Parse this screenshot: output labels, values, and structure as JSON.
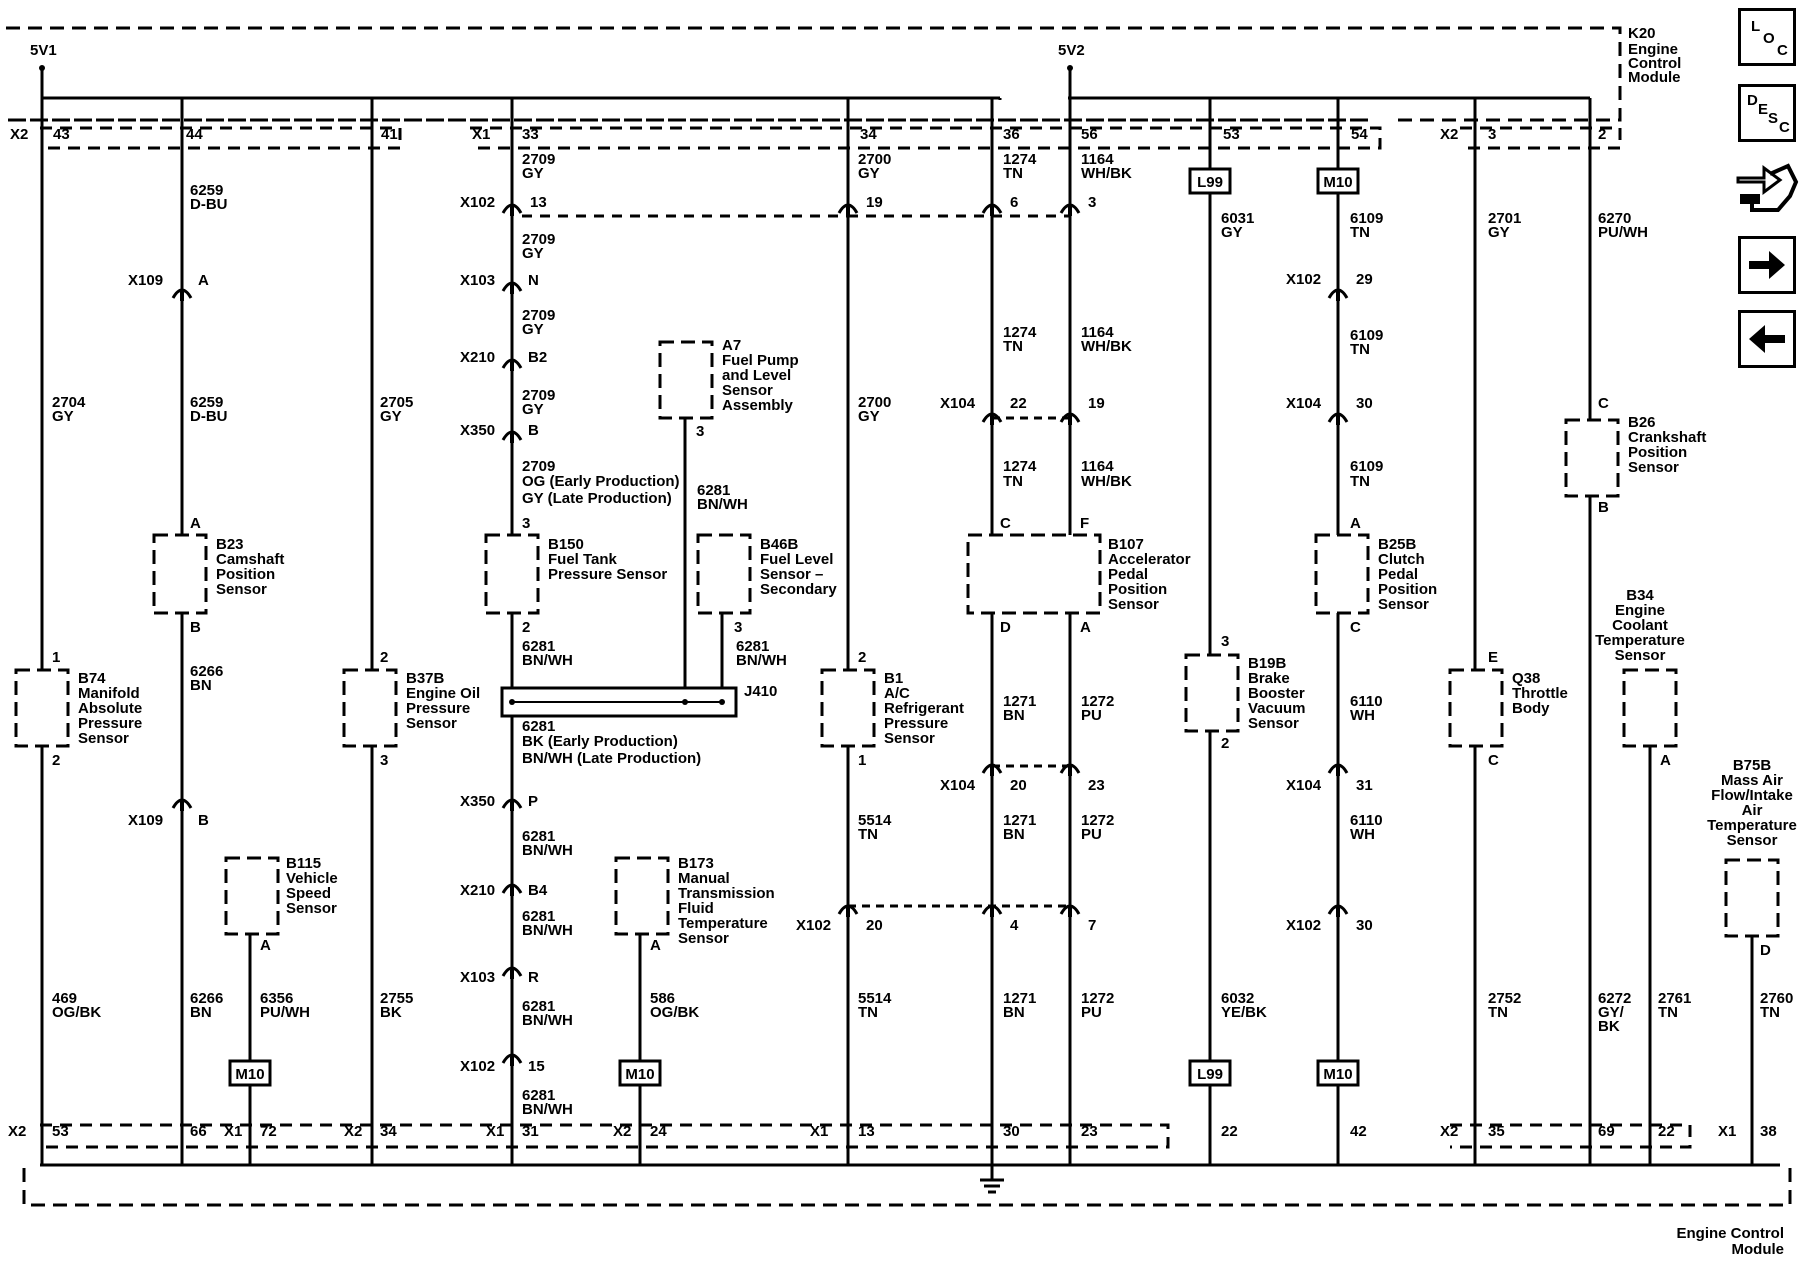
{
  "ecm": {
    "ref": "K20",
    "name": "Engine Control Module",
    "footer": "Engine Control Module"
  },
  "supplies": [
    "5V1",
    "5V2"
  ],
  "connectors": {
    "x1": "X1",
    "x2": "X2"
  },
  "top_pins": [
    "43",
    "44",
    "41",
    "33",
    "34",
    "36",
    "56",
    "53",
    "54",
    "3",
    "2"
  ],
  "bottom_pins": [
    "53",
    "66",
    "72",
    "34",
    "31",
    "24",
    "13",
    "30",
    "23",
    "22",
    "42",
    "35",
    "69",
    "22",
    "38"
  ],
  "wire_labels": [
    "6259",
    "D-BU",
    "2704",
    "GY",
    "6259",
    "D-BU",
    "2705",
    "GY",
    "2709",
    "GY",
    "2709",
    "GY",
    "2709",
    "GY",
    "2709",
    "GY",
    "2709",
    "OG (Early Production)",
    "GY (Late Production)",
    "2700",
    "GY",
    "2700",
    "GY",
    "1274",
    "TN",
    "1274",
    "TN",
    "1274",
    "TN",
    "1164",
    "WH/BK",
    "1164",
    "WH/BK",
    "1164",
    "WH/BK",
    "6031",
    "GY",
    "6109",
    "TN",
    "6109",
    "TN",
    "6109",
    "TN",
    "2701",
    "GY",
    "6270",
    "PU/WH",
    "6281",
    "BN/WH",
    "6266",
    "BN",
    "6281",
    "BN/WH",
    "6281",
    "BN/WH",
    "6281",
    "BK (Early Production)",
    "BN/WH (Late Production)",
    "6281",
    "BN/WH",
    "6281",
    "BN/WH",
    "6281",
    "BN/WH",
    "6281",
    "BN/WH",
    "1271",
    "BN",
    "1272",
    "PU",
    "6110",
    "WH",
    "1271",
    "BN",
    "1272",
    "PU",
    "6110",
    "WH",
    "5514",
    "TN",
    "5514",
    "TN",
    "1271",
    "BN",
    "1272",
    "PU",
    "469",
    "OG/BK",
    "6266",
    "BN",
    "6356",
    "PU/WH",
    "2755",
    "BK",
    "586",
    "OG/BK",
    "6032",
    "YE/BK",
    "2752",
    "TN",
    "6272",
    "GY/",
    "BK",
    "2761",
    "TN",
    "2760",
    "TN"
  ],
  "inline_connectors": [
    "X102",
    "13",
    "19",
    "6",
    "3",
    "X109",
    "A",
    "X103",
    "N",
    "X210",
    "B2",
    "X350",
    "B",
    "X102",
    "29",
    "X104",
    "22",
    "19",
    "X104",
    "30",
    "J410",
    "X109",
    "B",
    "X350",
    "P",
    "X210",
    "B4",
    "X103",
    "R",
    "X102",
    "15",
    "X104",
    "20",
    "23",
    "X104",
    "31",
    "X102",
    "20",
    "4",
    "7",
    "X102",
    "30"
  ],
  "components": [
    {
      "ref": "A7",
      "lines": [
        "Fuel Pump",
        "and Level",
        "Sensor",
        "Assembly"
      ]
    },
    {
      "ref": "B23",
      "lines": [
        "Camshaft",
        "Position",
        "Sensor"
      ]
    },
    {
      "ref": "B150",
      "lines": [
        "Fuel Tank",
        "Pressure Sensor"
      ]
    },
    {
      "ref": "B46B",
      "lines": [
        "Fuel Level",
        "Sensor –",
        "Secondary"
      ]
    },
    {
      "ref": "B107",
      "lines": [
        "Accelerator",
        "Pedal",
        "Position",
        "Sensor"
      ]
    },
    {
      "ref": "B25B",
      "lines": [
        "Clutch",
        "Pedal",
        "Position",
        "Sensor"
      ]
    },
    {
      "ref": "B26",
      "lines": [
        "Crankshaft",
        "Position",
        "Sensor"
      ]
    },
    {
      "ref": "B74",
      "lines": [
        "Manifold",
        "Absolute",
        "Pressure",
        "Sensor"
      ]
    },
    {
      "ref": "B37B",
      "lines": [
        "Engine Oil",
        "Pressure",
        "Sensor"
      ]
    },
    {
      "ref": "B1",
      "lines": [
        "A/C",
        "Refrigerant",
        "Pressure",
        "Sensor"
      ]
    },
    {
      "ref": "B19B",
      "lines": [
        "Brake",
        "Booster",
        "Vacuum",
        "Sensor"
      ]
    },
    {
      "ref": "Q38",
      "lines": [
        "Throttle",
        "Body"
      ]
    },
    {
      "ref": "B34",
      "lines": [
        "Engine",
        "Coolant",
        "Temperature",
        "Sensor"
      ]
    },
    {
      "ref": "B75B",
      "lines": [
        "Mass Air",
        "Flow/Intake",
        "Air",
        "Temperature",
        "Sensor"
      ]
    },
    {
      "ref": "B115",
      "lines": [
        "Vehicle",
        "Speed",
        "Sensor"
      ]
    },
    {
      "ref": "B173",
      "lines": [
        "Manual",
        "Transmission",
        "Fluid",
        "Temperature",
        "Sensor"
      ]
    }
  ],
  "component_pins": [
    "3",
    "A",
    "B",
    "3",
    "2",
    "3",
    "C",
    "F",
    "D",
    "A",
    "A",
    "C",
    "C",
    "B",
    "1",
    "2",
    "2",
    "3",
    "2",
    "1",
    "3",
    "2",
    "E",
    "C",
    "A",
    "D",
    "A",
    "A"
  ],
  "ground_refs": [
    "L99",
    "M10",
    "M10",
    "M10",
    "L99",
    "M10"
  ],
  "nav": {
    "loc": [
      "L",
      "O",
      "C"
    ],
    "desc": [
      "D",
      "E",
      "S",
      "C"
    ]
  }
}
